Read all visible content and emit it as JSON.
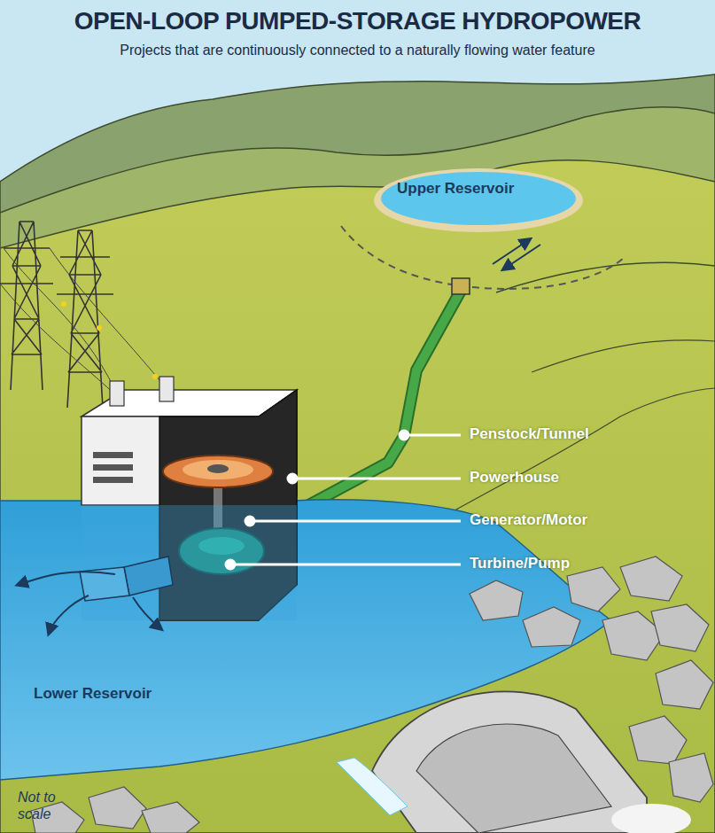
{
  "diagram": {
    "title": "OPEN-LOOP PUMPED-STORAGE HYDROPOWER",
    "labels": [
      "Projects that are continuously connected to a naturally flowing water feature",
      "Upper Reservoir",
      "Penstock/Tunnel",
      "Powerhouse",
      "Generator/Motor",
      "Turbine/Pump",
      "Lower Reservoir",
      "Not to scale"
    ]
  }
}
